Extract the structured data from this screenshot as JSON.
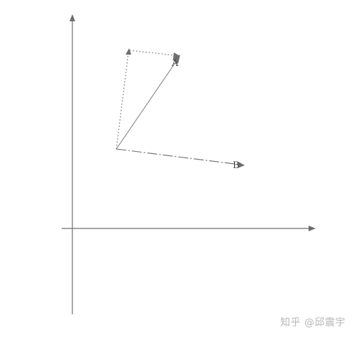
{
  "diagram": {
    "labels": {
      "point_a": "A",
      "point_b": "B"
    },
    "colors": {
      "axis": "#6e6e6e",
      "vectors": "#6a6a6a",
      "text": "#444444"
    }
  },
  "watermark": {
    "text": "知乎 @邱震宇"
  }
}
